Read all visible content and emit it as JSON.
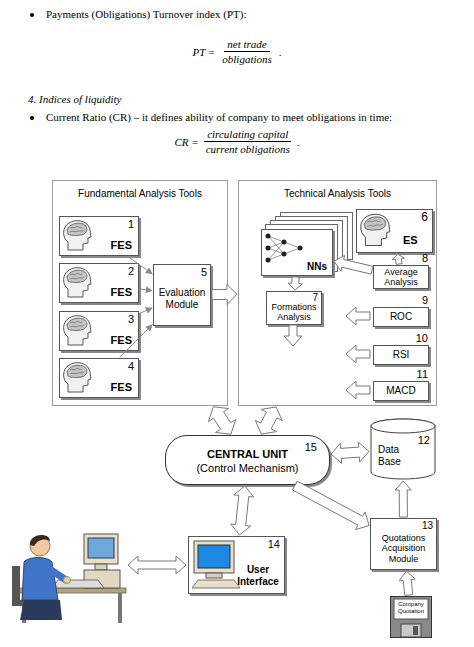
{
  "diagram": {
    "nodes": [
      {
        "text": [
          "Fundamental Analysis Tools"
        ]
      },
      {
        "text": [
          "1",
          "FES"
        ],
        "in": 0
      },
      {
        "text": [
          "2",
          "FES"
        ],
        "in": 0
      },
      {
        "text": [
          "3",
          "FES"
        ],
        "in": 0
      },
      {
        "text": [
          "4",
          "FES"
        ],
        "in": 0
      },
      {
        "text": [
          "5",
          "Evaluation Module"
        ],
        "in": 0
      },
      {
        "text": [
          "Technical Analysis Tools"
        ]
      },
      {
        "text": [
          "NNs"
        ],
        "in": 6
      },
      {
        "text": [
          "6",
          "ES"
        ],
        "in": 6
      },
      {
        "text": [
          "8",
          "Average Analysis"
        ],
        "in": 6
      },
      {
        "text": [
          "7",
          "Formations Analysis"
        ],
        "in": 6
      },
      {
        "text": [
          "9",
          "ROC"
        ],
        "in": 6
      },
      {
        "text": [
          "10",
          "RSI"
        ],
        "in": 6
      },
      {
        "text": [
          "11",
          "MACD"
        ],
        "in": 6
      },
      {
        "text": [
          "15",
          "CENTRAL UNIT",
          "(Control Mechanism)"
        ]
      },
      {
        "text": [
          "12",
          "Data Base"
        ]
      },
      {
        "text": [
          "14",
          "User Interface"
        ]
      },
      {
        "text": [
          "13",
          "Quotations Acquisition Module"
        ]
      },
      {
        "text": [
          "Company Quotation"
        ]
      }
    ],
    "edges": [
      {
        "from": 1,
        "to": 5,
        "arrow": "to"
      },
      {
        "from": 2,
        "to": 5,
        "arrow": "to"
      },
      {
        "from": 3,
        "to": 5,
        "arrow": "to"
      },
      {
        "from": 4,
        "to": 5,
        "arrow": "to"
      },
      {
        "from": 5,
        "to": 6,
        "arrow": "to"
      },
      {
        "from": 7,
        "to": 10,
        "arrow": "to"
      },
      {
        "from": 9,
        "to": 8,
        "arrow": "to"
      },
      {
        "from": 9,
        "to": 7,
        "arrow": "to"
      },
      {
        "from": 0,
        "to": 14,
        "arrow": "both"
      },
      {
        "from": 6,
        "to": 14,
        "arrow": "both"
      },
      {
        "from": 14,
        "to": 15,
        "arrow": "both"
      },
      {
        "from": 14,
        "to": 16,
        "arrow": "both"
      },
      {
        "from": 14,
        "to": 17,
        "arrow": "to"
      },
      {
        "from": 17,
        "to": 15,
        "arrow": "to"
      },
      {
        "from": 18,
        "to": 17,
        "arrow": "to"
      }
    ],
    "labels": [
      "Payments (Obligations) Turnover index (PT):",
      "PT =",
      "net trade",
      "obligations",
      ".",
      "4. Indices of liquidity",
      "Current Ratio (CR) – it defines ability of company to meet obligations in time:",
      "CR =",
      "circulating capital",
      "current obligations",
      "."
    ]
  }
}
